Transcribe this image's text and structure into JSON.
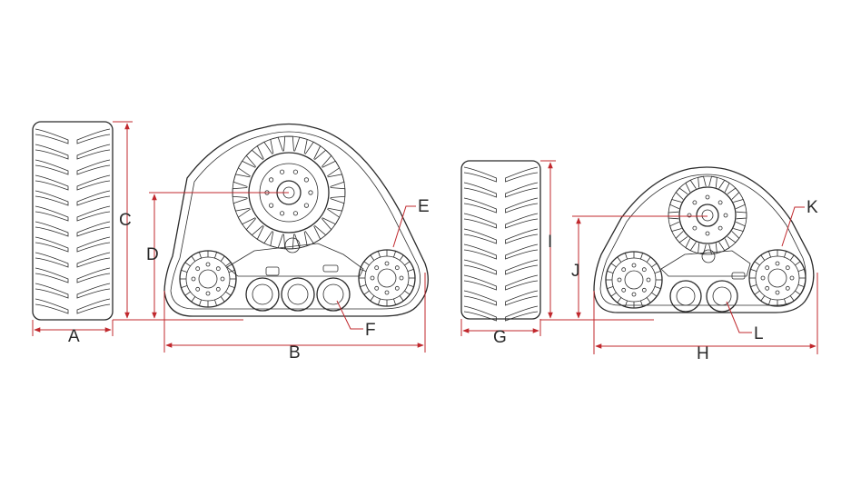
{
  "diagram": {
    "accent_color": "#c0282d",
    "line_color": "#2b2b2b",
    "labels": {
      "A": "A",
      "B": "B",
      "C": "C",
      "D": "D",
      "E": "E",
      "F": "F",
      "G": "G",
      "H": "H",
      "I": "I",
      "J": "J",
      "K": "K",
      "L": "L"
    }
  }
}
